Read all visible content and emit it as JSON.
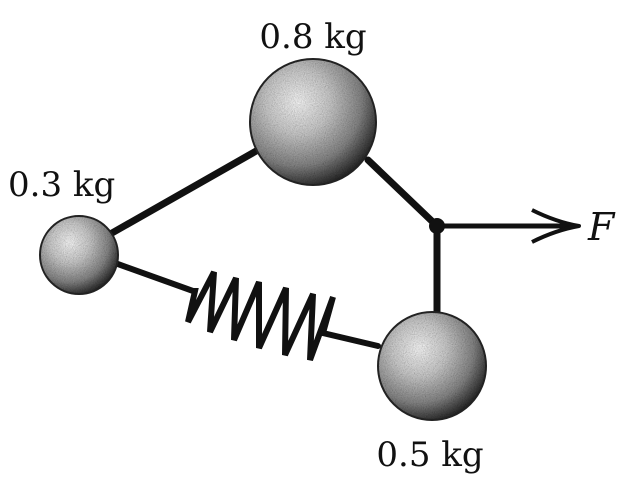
{
  "masses": {
    "top": {
      "label": "0.8 kg"
    },
    "left": {
      "label": "0.3 kg"
    },
    "bottom": {
      "label": "0.5 kg"
    }
  },
  "force": {
    "label": "F"
  },
  "colors": {
    "ink": "#111111",
    "sphere_highlight": "#ffffff",
    "sphere_mid": "#a8a8a8",
    "sphere_edge": "#1a1a1a"
  }
}
